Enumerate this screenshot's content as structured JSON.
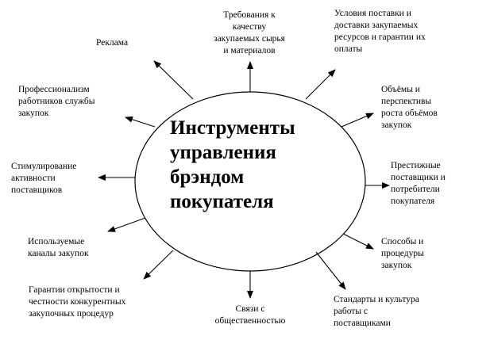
{
  "center": {
    "lines": [
      "Инструменты",
      "управления",
      "брэндом",
      "покупателя"
    ]
  },
  "nodes": {
    "quality": [
      "Требования к",
      "качеству",
      "закупаемых сырья",
      "и материалов"
    ],
    "delivery": [
      "Условия поставки и",
      "доставки закупаемых",
      "ресурсов и гарантии их",
      "оплаты"
    ],
    "volumes": [
      "Объёмы и",
      "перспективы",
      "роста объёмов",
      "закупок"
    ],
    "prestige": [
      "Престижные",
      "поставщики и",
      "потребители",
      "покупателя"
    ],
    "methods": [
      "Способы и",
      "процедуры",
      "закупок"
    ],
    "standards": [
      "Стандарты и культура",
      "работы с",
      "поставщиками"
    ],
    "pr": [
      "Связи с",
      "общественностью"
    ],
    "guarantees": [
      "Гарантии открытости и",
      "честности конкурентных",
      "закупочных процедур"
    ],
    "channels": [
      "Используемые",
      "каналы закупок"
    ],
    "stimulation": [
      "Стимулирование",
      "активности",
      "поставщиков"
    ],
    "professionalism": [
      "Профессионализм",
      "работников службы",
      "закупок"
    ],
    "advertising": [
      "Реклама"
    ]
  }
}
